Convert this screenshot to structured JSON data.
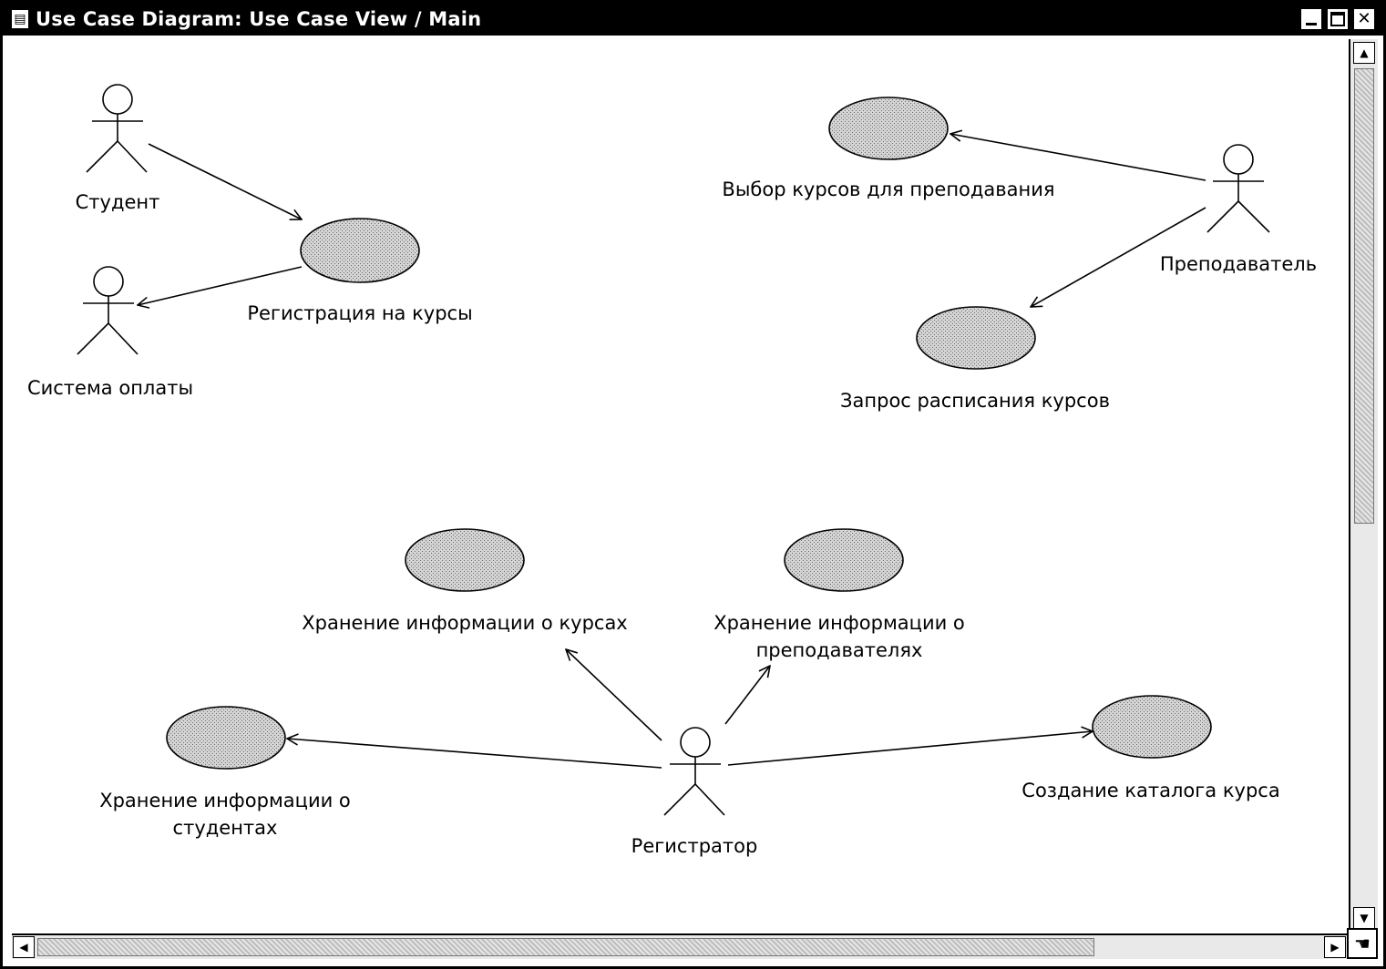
{
  "window": {
    "title": "Use Case Diagram: Use Case View / Main",
    "icon": "diagram-icon",
    "controls": {
      "minimize": "minimize-icon",
      "maximize": "maximize-icon",
      "close": "✕"
    }
  },
  "diagram": {
    "actors": {
      "student": "Студент",
      "payment_system": "Система оплаты",
      "teacher": "Преподаватель",
      "registrar": "Регистратор"
    },
    "use_cases": {
      "course_registration": "Регистрация на курсы",
      "choose_courses": "Выбор курсов для преподавания",
      "schedule_request": "Запрос расписания курсов",
      "store_course_info": "Хранение информации о курсах",
      "store_teacher_info_1": "Хранение информации о",
      "store_teacher_info_2": "преподавателях",
      "store_student_info_1": "Хранение информации о",
      "store_student_info_2": "студентах",
      "create_catalog": "Создание каталога курса"
    },
    "associations": [
      {
        "from": "Студент",
        "to": "Регистрация на курсы"
      },
      {
        "from": "Регистрация на курсы",
        "to": "Система оплаты"
      },
      {
        "from": "Преподаватель",
        "to": "Выбор курсов для преподавания"
      },
      {
        "from": "Преподаватель",
        "to": "Запрос расписания курсов"
      },
      {
        "from": "Регистратор",
        "to": "Хранение информации о курсах"
      },
      {
        "from": "Регистратор",
        "to": "Хранение информации о преподавателях"
      },
      {
        "from": "Регистратор",
        "to": "Хранение информации о студентах"
      },
      {
        "from": "Регистратор",
        "to": "Создание каталога курса"
      }
    ],
    "colors": {
      "use_case_fill": "#bdbdbd",
      "line": "#000000"
    }
  },
  "scrollbars": {
    "cursor_icon": "hand-cursor-icon"
  }
}
